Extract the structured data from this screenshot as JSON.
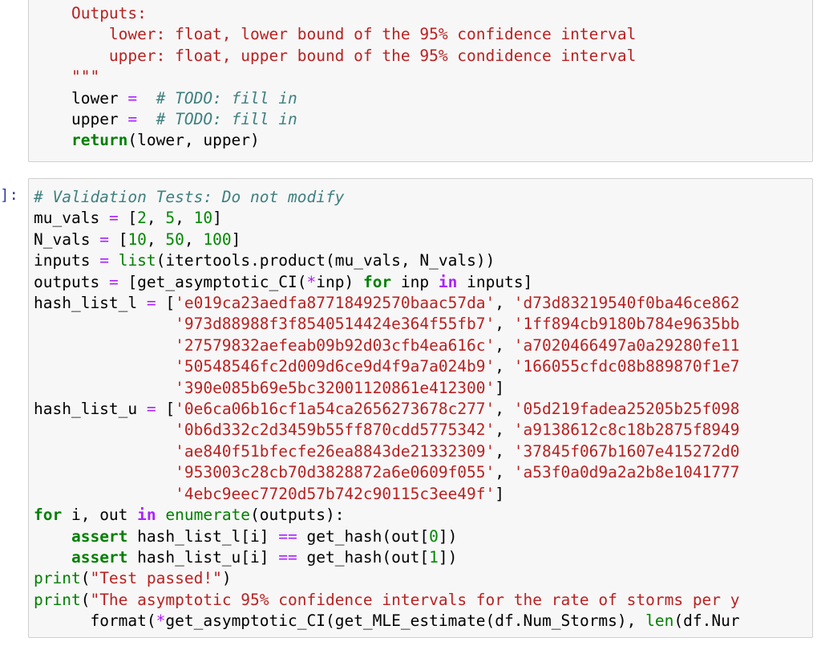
{
  "cell_prompt": "]:",
  "cell1": {
    "outputs_label": "Outputs:",
    "lower_doc": "lower: float, lower bound of the 95% confidence interval",
    "upper_doc": "upper: float, upper bound of the 95% condidence interval",
    "docstring_close": "\"\"\"",
    "lower_var": "lower",
    "upper_var": "upper",
    "assign_op": "=",
    "todo_comment": "# TODO: fill in",
    "return_kw": "return",
    "return_args": "(lower, upper)"
  },
  "cell2": {
    "comment": "# Validation Tests: Do not modify",
    "mu_vals": {
      "name": "mu_vals",
      "values": [
        "2",
        "5",
        "10"
      ]
    },
    "N_vals": {
      "name": "N_vals",
      "values": [
        "10",
        "50",
        "100"
      ]
    },
    "inputs_line": {
      "name": "inputs",
      "func": "list",
      "args": "(itertools.product(mu_vals, N_vals))"
    },
    "outputs_line": {
      "name": "outputs",
      "head": "[get_asymptotic_CI(",
      "star": "*",
      "inp": "inp) ",
      "for_kw": "for",
      "mid": " inp ",
      "in_kw": "in",
      "tail": " inputs]"
    },
    "hash_list_l": {
      "name": "hash_list_l",
      "items": [
        "'e019ca23aedfa87718492570baac57da'",
        "'d73d83219540f0ba46ce862",
        "'973d88988f3f8540514424e364f55fb7'",
        "'1ff894cb9180b784e9635bb",
        "'27579832aefeab09b92d03cfb4ea616c'",
        "'a7020466497a0a29280fe11",
        "'50548546fc2d009d6ce9d4f9a7a024b9'",
        "'166055cfdc08b889870f1e7",
        "'390e085b69e5bc32001120861e412300'"
      ]
    },
    "hash_list_u": {
      "name": "hash_list_u",
      "items": [
        "'0e6ca06b16cf1a54ca2656273678c277'",
        "'05d219fadea25205b25f098",
        "'0b6d332c2d3459b55ff870cdd5775342'",
        "'a9138612c8c18b2875f8949",
        "'ae840f51bfecfe26ea8843de21332309'",
        "'37845f067b1607e415272d0",
        "'953003c28cb70d3828872a6e0609f055'",
        "'a53f0a0d9a2a2b8e1041777",
        "'4ebc9eec7720d57b742c90115c3ee49f'"
      ]
    },
    "for_line": {
      "for_kw": "for",
      "vars": " i, out ",
      "in_kw": "in",
      "func": "enumerate",
      "args": "(outputs):"
    },
    "assert1": {
      "kw": "assert",
      "lhs": " hash_list_l[i] ",
      "op": "==",
      "rhs_a": " get_hash(out[",
      "idx": "0",
      "rhs_b": "])"
    },
    "assert2": {
      "kw": "assert",
      "lhs": " hash_list_u[i] ",
      "op": "==",
      "rhs_a": " get_hash(out[",
      "idx": "1",
      "rhs_b": "])"
    },
    "print1": {
      "func": "print",
      "str": "\"Test passed!\""
    },
    "print2": {
      "func": "print",
      "str": "\"The asymptotic 95% confidence intervals for the rate of storms per y"
    },
    "format_line": {
      "text": "format(",
      "star": "*",
      "mid": "get_asymptotic_CI(get_MLE_estimate(df.Num_Storms), ",
      "func": "len",
      "tail": "(df.Nur"
    }
  }
}
